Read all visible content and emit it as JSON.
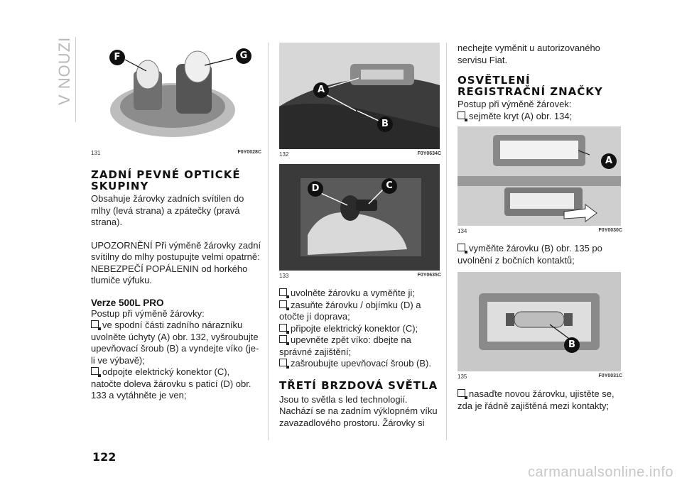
{
  "side_tab": "V NOUZI",
  "page_number": "122",
  "watermark": "carmanualsonline.info",
  "col1": {
    "fig": {
      "num": "131",
      "code": "F0Y0028C",
      "callouts": [
        "F",
        "G"
      ]
    },
    "heading": "ZADNÍ PEVNÉ OPTICKÉ SKUPINY",
    "p1": "Obsahuje žárovky zadních svítilen do mlhy (levá strana) a zpátečky (pravá strana).",
    "p2": "UPOZORNĚNÍ Při výměně žárovky zadní svítilny do mlhy postupujte velmi opatrně: NEBEZPEČÍ POPÁLENIN od horkého tlumiče výfuku.",
    "subheading": "Verze 500L PRO",
    "p3": "Postup při výměně žárovky:",
    "bullets": [
      "ve spodní části zadního nárazníku uvolněte úchyty (A) obr. 132, vyšroubujte upevňovací šroub (B) a vyndejte víko (je-li ve výbavě);",
      "odpojte elektrický konektor (C), natočte doleva žárovku s paticí (D) obr. 133 a vytáhněte je ven;"
    ]
  },
  "col2": {
    "fig1": {
      "num": "132",
      "code": "F0Y0634C",
      "callouts": [
        "A",
        "B"
      ]
    },
    "fig2": {
      "num": "133",
      "code": "F0Y0635C",
      "callouts": [
        "D",
        "C"
      ]
    },
    "bullets": [
      "uvolněte žárovku a vyměňte ji;",
      "zasuňte žárovku / objímku (D) a otočte jí doprava;",
      "připojte elektrický konektor (C);",
      "upevněte zpět víko: dbejte na správné zajištění;",
      "zašroubujte upevňovací šroub (B)."
    ],
    "heading": "TŘETÍ BRZDOVÁ SVĚTLA",
    "p1": "Jsou to světla s led technologií. Nachází se na zadním výklopném víku zavazadlového prostoru. Žárovky si"
  },
  "col3": {
    "p0": "nechejte vyměnit u autorizovaného servisu Fiat.",
    "heading_line1": "OSVĚTLENÍ",
    "heading_line2": "REGISTRAČNÍ ZNAČKY",
    "p1": "Postup při výměně žárovek:",
    "bullet1": "sejměte kryt (A) obr. 134;",
    "fig1": {
      "num": "134",
      "code": "F0Y0030C",
      "callouts": [
        "A"
      ]
    },
    "bullet2": "vyměňte žárovku (B) obr. 135 po uvolnění z bočních kontaktů;",
    "fig2": {
      "num": "135",
      "code": "F0Y0031C",
      "callouts": [
        "B"
      ]
    },
    "bullet3": "nasaďte novou žárovku, ujistěte se, zda je řádně zajištěná mezi kontakty;"
  }
}
